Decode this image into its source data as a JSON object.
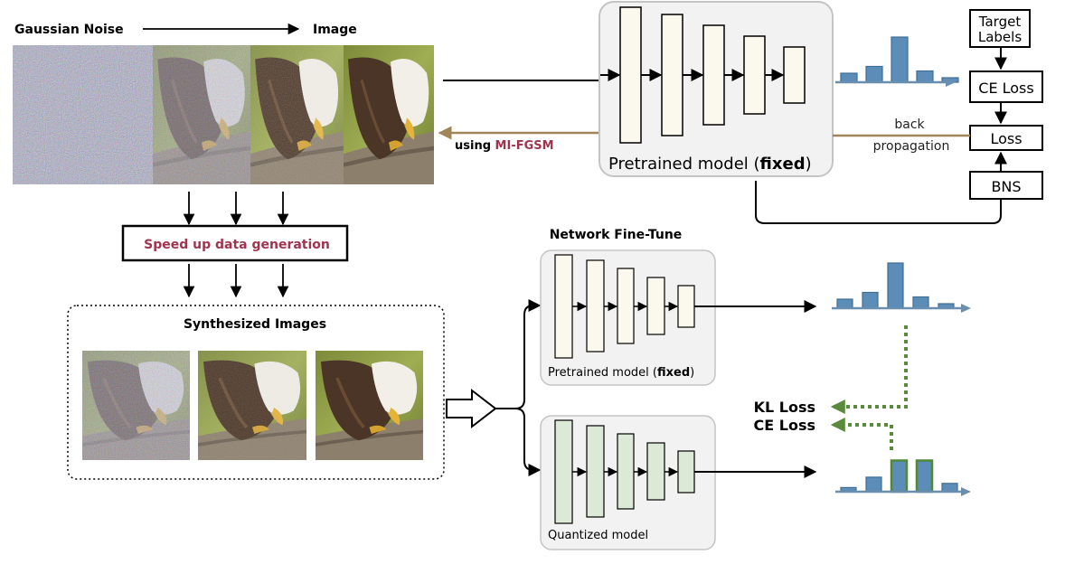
{
  "header": {
    "noise_label": "Gaussian Noise",
    "image_label": "Image"
  },
  "generation": {
    "using_prefix": "using ",
    "method": "MI-FGSM",
    "speed_up_label": "Speed up data generation",
    "synthesized_title": "Synthesized Images"
  },
  "pretrained_top": {
    "label_prefix": "Pretrained model (",
    "label_bold": "fixed",
    "label_suffix": ")"
  },
  "loss_pipeline": {
    "target_line1": "Target",
    "target_line2": "Labels",
    "ce_loss": "CE Loss",
    "loss": "Loss",
    "bns": "BNS",
    "back_line1": "back",
    "back_line2": "propagation"
  },
  "finetune": {
    "title": "Network Fine-Tune",
    "pretrained_prefix": "Pretrained model (",
    "pretrained_bold": "fixed",
    "pretrained_suffix": ")",
    "quantized_label": "Quantized model",
    "kl_loss": "KL Loss",
    "ce_loss": "CE Loss"
  },
  "colors": {
    "accent_red": "#a0344f",
    "bar_blue": "#5b8db8",
    "bar_edge": "#3f6f95",
    "bar_green_edge": "#4e8a3a",
    "dotted_green": "#5a8a3c",
    "backprop_brown": "#a0855b",
    "pretrained_fill": "#fbf9ee",
    "quantized_fill": "#dbe9d6",
    "panel_fill": "#f2f2f2"
  },
  "charts": {
    "top_bars": [
      0.2,
      0.35,
      1.0,
      0.25,
      0.1
    ],
    "finetune_upper_bars": [
      0.2,
      0.35,
      1.0,
      0.25,
      0.1
    ],
    "finetune_lower_bars": [
      0.1,
      0.35,
      0.75,
      0.75,
      0.2
    ]
  }
}
